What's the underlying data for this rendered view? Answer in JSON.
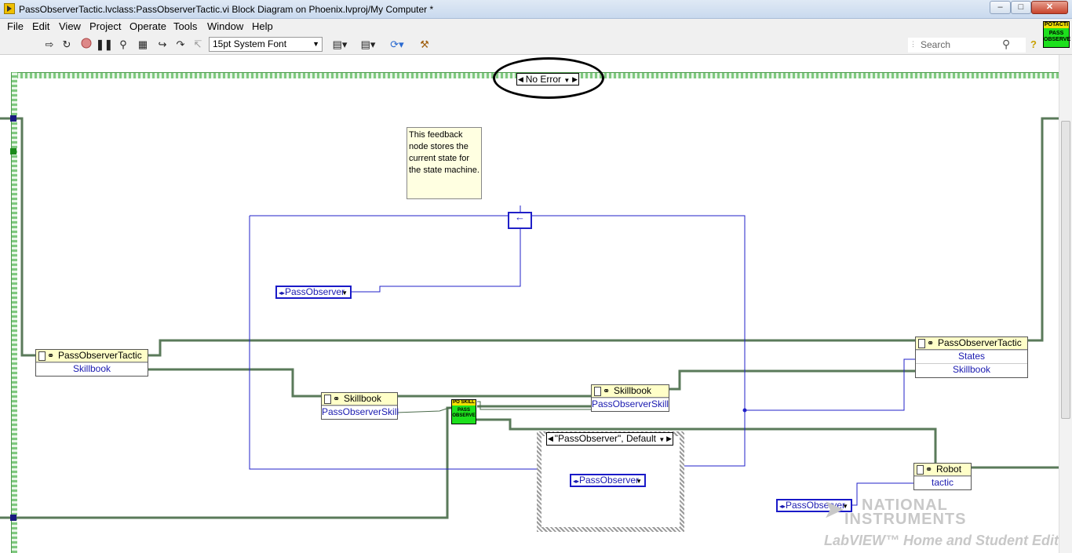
{
  "window": {
    "title": "PassObserverTactic.lvclass:PassObserverTactic.vi Block Diagram on Phoenix.lvproj/My Computer *",
    "minimize_glyph": "–",
    "maximize_glyph": "□",
    "close_glyph": "✕"
  },
  "menu": {
    "items": [
      "File",
      "Edit",
      "View",
      "Project",
      "Operate",
      "Tools",
      "Window",
      "Help"
    ]
  },
  "toolbar": {
    "font_select": "15pt System Font",
    "search_placeholder": "Search",
    "icons": [
      "run-arrow-icon",
      "run-continuously-icon",
      "abort-icon",
      "pause-icon",
      "highlight-execution-icon",
      "retain-wire-values-icon",
      "step-into-icon",
      "step-over-icon",
      "step-out-icon",
      "align-objects-icon",
      "distribute-objects-icon",
      "reorder-icon",
      "clean-up-diagram-icon"
    ]
  },
  "vi_icon": {
    "top": "POTACTI",
    "line1": "PASS",
    "line2": "OBSERVE"
  },
  "diagram": {
    "case_selector": "No Error",
    "comment": "This feedback node stores the current state for the state machine.",
    "feedback_symbol": "←",
    "nodes": {
      "unbundle_tactic": {
        "title": "PassObserverTactic",
        "rows": [
          "Skillbook"
        ]
      },
      "unbundle_skillbook": {
        "title": "Skillbook",
        "rows": [
          "PassObserverSkill"
        ]
      },
      "bundle_skillbook": {
        "title": "Skillbook",
        "rows": [
          "PassObserverSkill"
        ]
      },
      "bundle_tactic": {
        "title": "PassObserverTactic",
        "rows": [
          "States",
          "Skillbook"
        ]
      },
      "bundle_robot": {
        "title": "Robot",
        "rows": [
          "tactic"
        ]
      }
    },
    "subvi": {
      "top": "PO SKILL",
      "line1": "PASS",
      "line2": "OBSERVE"
    },
    "enum_constants": [
      "PassObserver",
      "PassObserver",
      "PassObserver"
    ],
    "inner_case_label": "\"PassObserver\", Default"
  },
  "watermark": {
    "brand_line1": "NATIONAL",
    "brand_line2": "INSTRUMENTS",
    "edition": "LabVIEW™ Home and Student Edition"
  },
  "colors": {
    "class_wire": "#5a7a5a",
    "enum_wire": "#2020c8",
    "while_loop_border": "#7fc87f",
    "subvi_green": "#1de01d"
  }
}
